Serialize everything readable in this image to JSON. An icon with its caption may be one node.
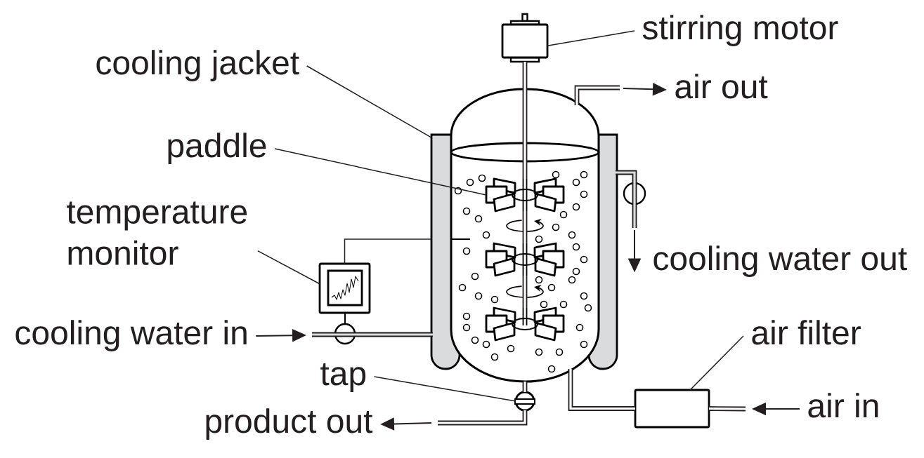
{
  "diagram": {
    "nodes": [
      {
        "text": [
          "stirring motor"
        ]
      },
      {
        "text": [],
        "shape": "box"
      },
      {
        "text": [
          "cooling jacket"
        ]
      },
      {
        "text": [],
        "shape": "bar"
      },
      {
        "text": [
          "air out"
        ]
      },
      {
        "text": [],
        "shape": "cylinder"
      },
      {
        "text": [
          "paddle"
        ]
      },
      {
        "text": [],
        "shape": "picture",
        "in": 5
      },
      {
        "text": [],
        "shape": "picture",
        "in": 5
      },
      {
        "text": [],
        "shape": "picture",
        "in": 5
      },
      {
        "text": [],
        "shape": "bar"
      },
      {
        "text": [
          "temperature monitor"
        ]
      },
      {
        "text": [],
        "shape": "box"
      },
      {
        "text": [
          "cooling water out"
        ]
      },
      {
        "text": [
          "cooling water in"
        ]
      },
      {
        "text": [
          "air filter"
        ]
      },
      {
        "text": [],
        "shape": "box"
      },
      {
        "text": [
          "air in"
        ]
      },
      {
        "text": [
          "tap"
        ]
      },
      {
        "text": [],
        "shape": "circle"
      },
      {
        "text": [
          "product out"
        ]
      }
    ],
    "edges": [
      {
        "from": 0,
        "to": 1,
        "arrow": "none"
      },
      {
        "from": 2,
        "to": 3,
        "arrow": "none"
      },
      {
        "from": null,
        "to": 4,
        "arrow": "to"
      },
      {
        "from": 6,
        "to": 7,
        "arrow": "none"
      },
      {
        "from": 11,
        "to": 12,
        "arrow": "none"
      },
      {
        "from": 12,
        "to": 3,
        "arrow": "none"
      },
      {
        "from": null,
        "to": 13,
        "arrow": "to"
      },
      {
        "from": 14,
        "to": null,
        "arrow": "to"
      },
      {
        "from": 15,
        "to": 16,
        "arrow": "none"
      },
      {
        "from": 17,
        "to": null,
        "arrow": "to"
      },
      {
        "from": 18,
        "to": 19,
        "arrow": "none"
      },
      {
        "from": null,
        "to": 20,
        "arrow": "to"
      },
      {
        "from": 16,
        "to": 5,
        "arrow": "none",
        "style": "thick"
      },
      {
        "from": 5,
        "to": 19,
        "arrow": "none",
        "style": "thick"
      },
      {
        "from": 1,
        "to": 7,
        "arrow": "none",
        "style": "thick"
      },
      {
        "from": 5,
        "to": null,
        "arrow": "none",
        "style": "thick"
      },
      {
        "from": 10,
        "to": null,
        "arrow": "none",
        "style": "thick"
      },
      {
        "from": null,
        "to": 3,
        "arrow": "none",
        "style": "thick"
      },
      {
        "from": null,
        "to": 16,
        "arrow": "none",
        "style": "thick"
      },
      {
        "from": 19,
        "to": null,
        "arrow": "none",
        "style": "thick"
      },
      {
        "from": 7,
        "to": 8,
        "arrow": "none",
        "style": "thick"
      },
      {
        "from": 8,
        "to": 9,
        "arrow": "none",
        "style": "thick"
      }
    ]
  }
}
